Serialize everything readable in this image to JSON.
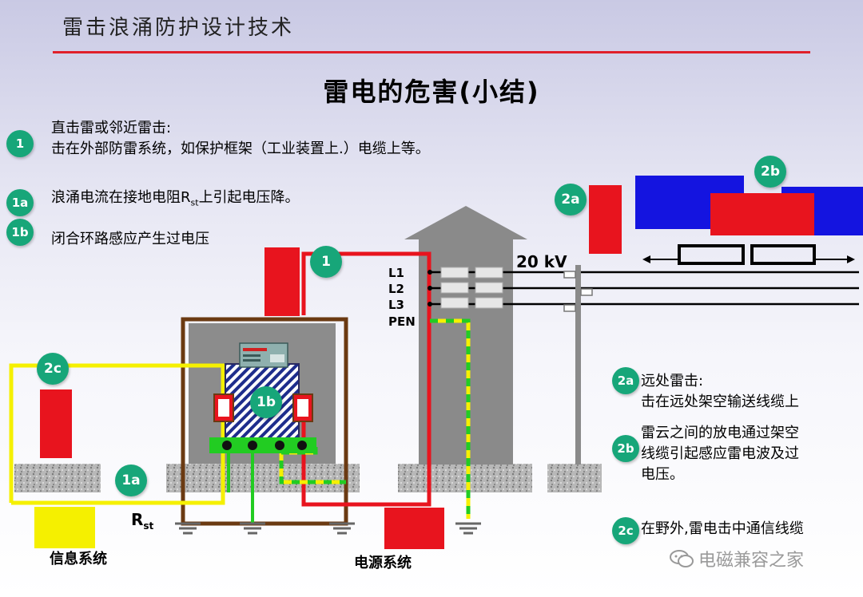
{
  "header": {
    "title": "雷击浪涌防护设计技术"
  },
  "slide_title": "雷电的危害(小结)",
  "left_items": {
    "item1": {
      "badge": "1",
      "line1": "直击雷或邻近雷击:",
      "line2": "击在外部防雷系统，如保护框架（工业装置上.）电缆上等。"
    },
    "item1a": {
      "badge": "1a",
      "text_before": "浪涌电流在接地电阻R",
      "sub": "st",
      "text_after": "上引起电压降。"
    },
    "item1b": {
      "badge": "1b",
      "text": "闭合环路感应产生过电压"
    }
  },
  "right_items": {
    "item2a": {
      "badge": "2a",
      "line1": "远处雷击:",
      "line2": "击在远处架空输送线缆上"
    },
    "item2b": {
      "badge": "2b",
      "line1": "雷云之间的放电通过架空",
      "line2": "线缆引起感应雷电波及过",
      "line3": "电压。"
    },
    "item2c": {
      "badge": "2c",
      "text": "在野外,雷电击中通信线缆"
    }
  },
  "diagram_labels": {
    "badge_1": "1",
    "badge_1a": "1a",
    "badge_1b": "1b",
    "badge_2a": "2a",
    "badge_2b": "2b",
    "badge_2c": "2c",
    "l1": "L1",
    "l2": "L2",
    "l3": "L3",
    "pen": "PEN",
    "voltage": "20 kV",
    "rst_main": "R",
    "rst_sub": "st",
    "info_system": "信息系统",
    "power_system": "电源系统"
  },
  "watermark": "电磁兼容之家",
  "colors": {
    "badge_green": "#17a679",
    "header_red": "#e0202a",
    "lightning_red": "#e8141e",
    "cloud_blue": "#1414e0",
    "loop_yellow": "#f5f000",
    "frame_brown": "#6b3a12",
    "building_gray": "#8a8a8a",
    "ground_green": "#22cc22"
  }
}
